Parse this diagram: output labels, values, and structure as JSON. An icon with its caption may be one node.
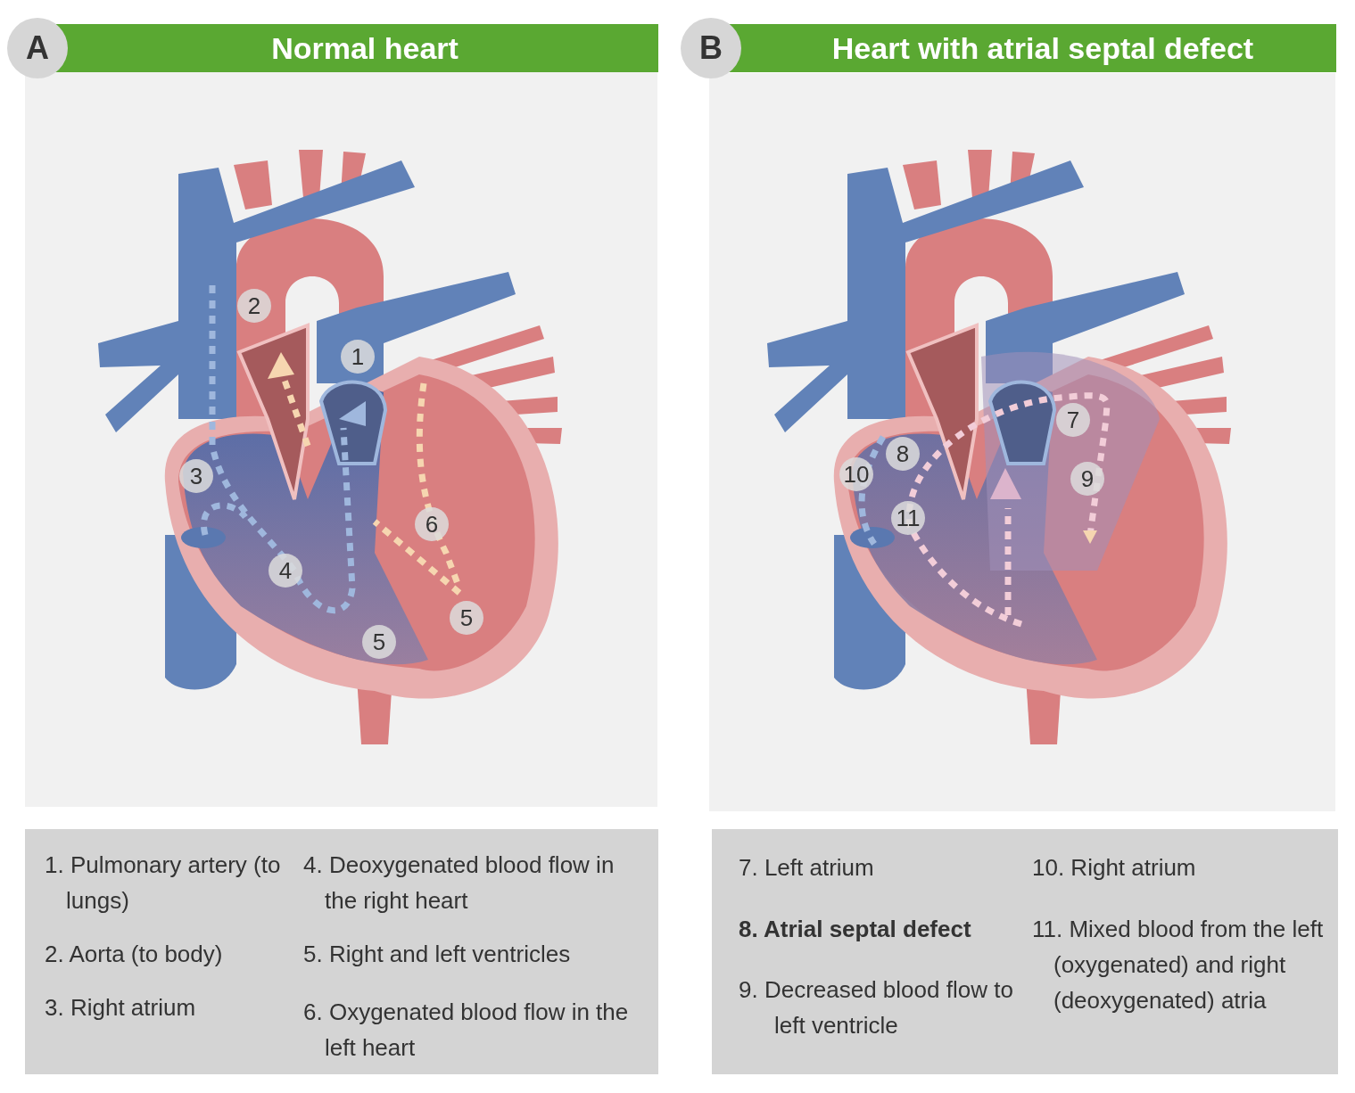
{
  "diagram": {
    "labels": [
      "A",
      "Normal heart",
      "B",
      "Heart with atrial septal defect",
      "2",
      "1",
      "3",
      "6",
      "4",
      "5",
      "5",
      "7",
      "8",
      "10",
      "9",
      "11",
      "1. Pulmonary artery (to lungs)",
      "4. Deoxygenated blood flow in the right heart",
      "2. Aorta (to body)",
      "5. Right and left ventricles",
      "3. Right atrium",
      "6. Oxygenated blood flow in the left heart",
      "7. Left atrium",
      "10. Right atrium",
      "8. Atrial septal defect",
      "11. Mixed blood from the left (oxygenated) and right (deoxygenated) atria",
      "9. Decreased blood flow to left ventricle"
    ]
  }
}
